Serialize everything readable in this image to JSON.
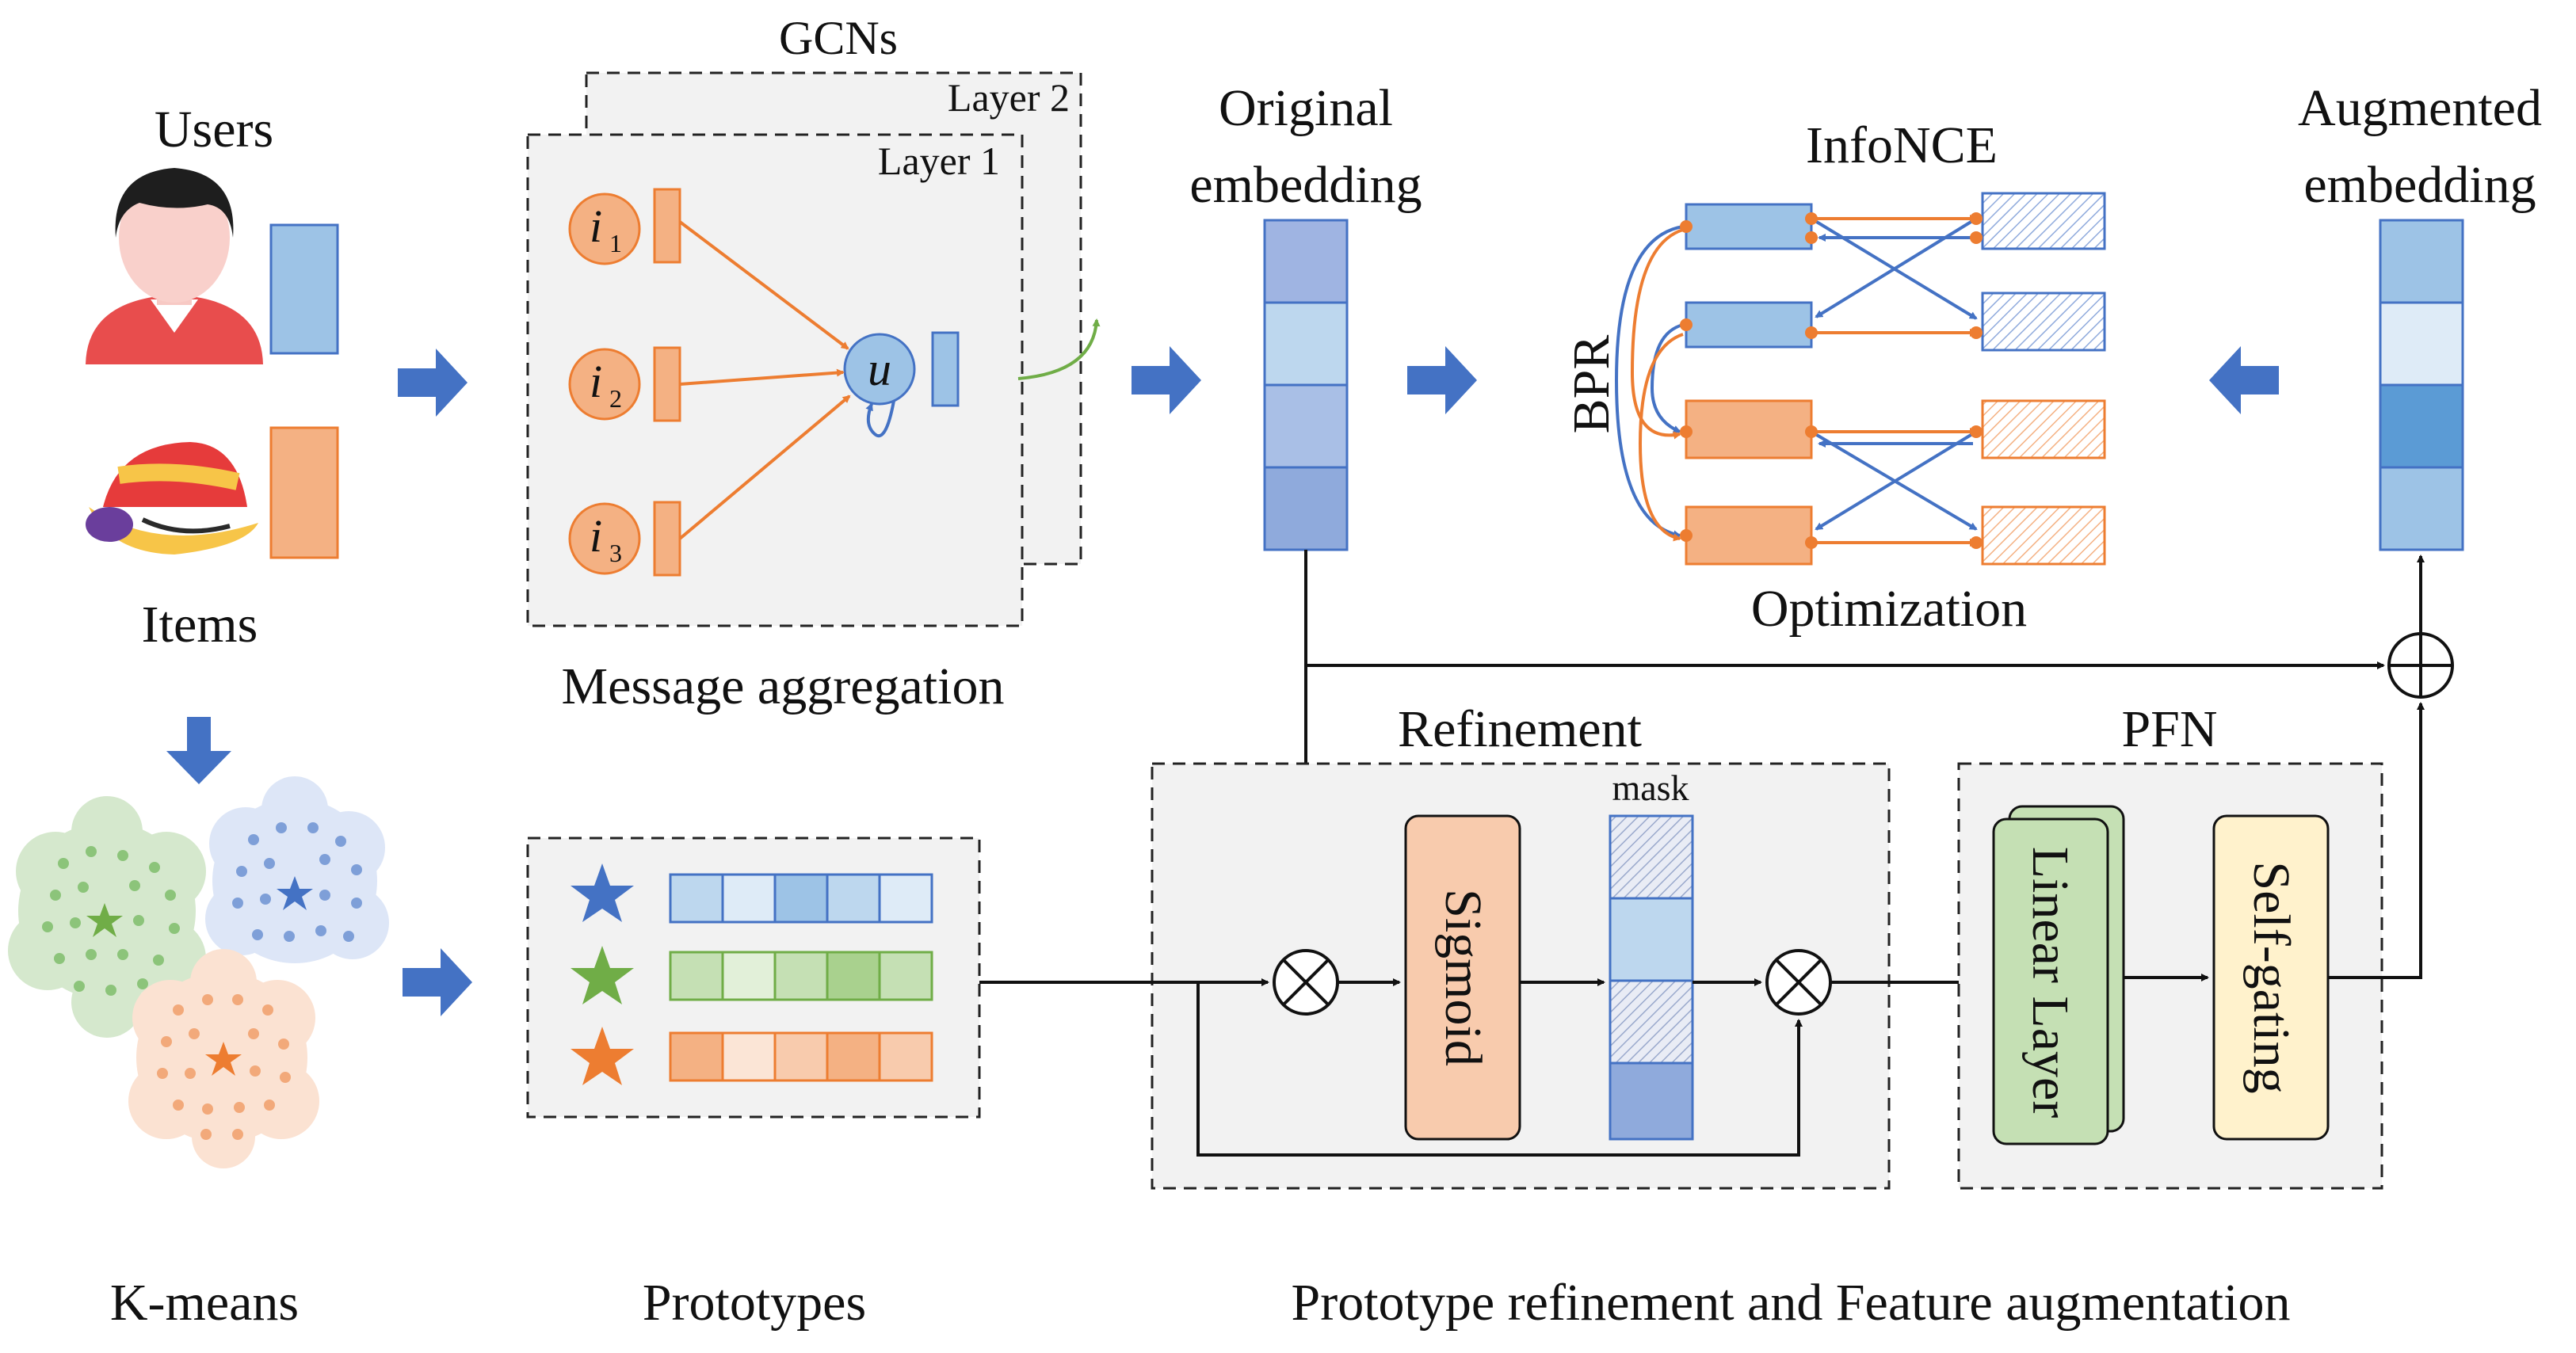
{
  "labels": {
    "users": "Users",
    "items": "Items",
    "kmeans": "K-means",
    "gcns": "GCNs",
    "layer2": "Layer 2",
    "layer1": "Layer 1",
    "node_i": "i",
    "sub1": "1",
    "sub2": "2",
    "sub3": "3",
    "node_u": "u",
    "message_aggregation": "Message aggregation",
    "original_embedding_line1": "Original",
    "original_embedding_line2": "embedding",
    "infonce": "InfoNCE",
    "bpr": "BPR",
    "optimization": "Optimization",
    "augmented_embedding_line1": "Augmented",
    "augmented_embedding_line2": "embedding",
    "refinement": "Refinement",
    "mask": "mask",
    "sigmoid": "Sigmoid",
    "pfn": "PFN",
    "linear_layer": "Linear Layer",
    "self_gating": "Self-gating",
    "prototypes": "Prototypes",
    "bottom_caption": "Prototype refinement and Feature augmentation"
  },
  "colors": {
    "blue_cell": "#9dc3e6",
    "orange_cell": "#f4b183",
    "orange_stroke": "#ed7d31",
    "blue_stroke": "#4472c4",
    "arrow_blue": "#4472c4",
    "green_cell": "#c5e0b4",
    "green_stroke": "#70ad47",
    "panel_fill": "#f2f2f2",
    "sigmoid_fill": "#f8cbad",
    "linear_fill": "#c5e0b4",
    "selfgating_fill": "#fff2cc"
  }
}
